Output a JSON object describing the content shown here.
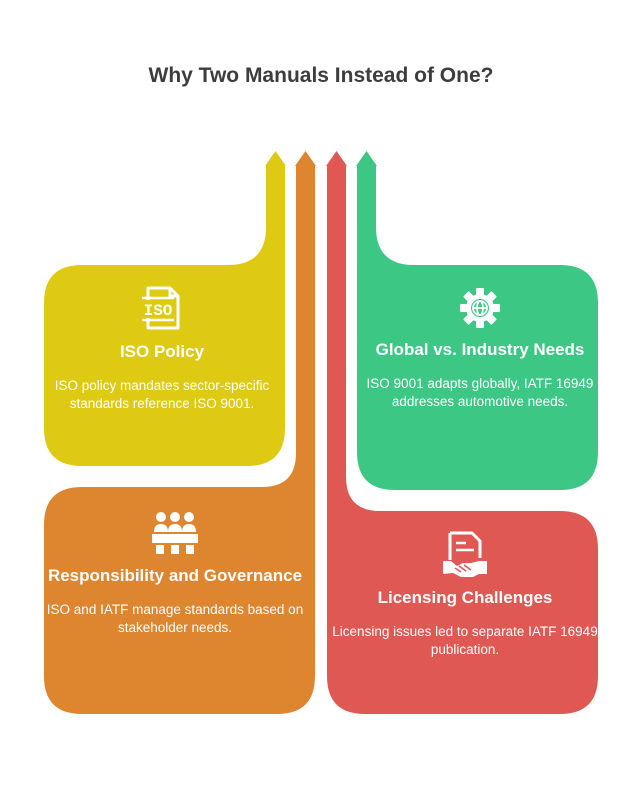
{
  "title": "Why Two Manuals Instead of One?",
  "colors": {
    "yellow": "#dfca13",
    "orange": "#de8530",
    "red": "#e05853",
    "green": "#3dc784",
    "title_text": "#3d3d3d"
  },
  "cards": {
    "iso_policy": {
      "icon": "iso-document-icon",
      "title": "ISO Policy",
      "description": "ISO policy mandates sector-specific standards reference ISO 9001."
    },
    "global_vs_industry": {
      "icon": "gear-globe-icon",
      "title": "Global vs. Industry Needs",
      "description": "ISO 9001 adapts globally, IATF 16949 addresses automotive needs."
    },
    "responsibility": {
      "icon": "group-meeting-icon",
      "title": "Responsibility and Governance",
      "description": "ISO and IATF manage standards based on stakeholder needs."
    },
    "licensing": {
      "icon": "contract-handshake-icon",
      "title": "Licensing Challenges",
      "description": "Licensing issues led to separate IATF 16949 publication."
    }
  }
}
